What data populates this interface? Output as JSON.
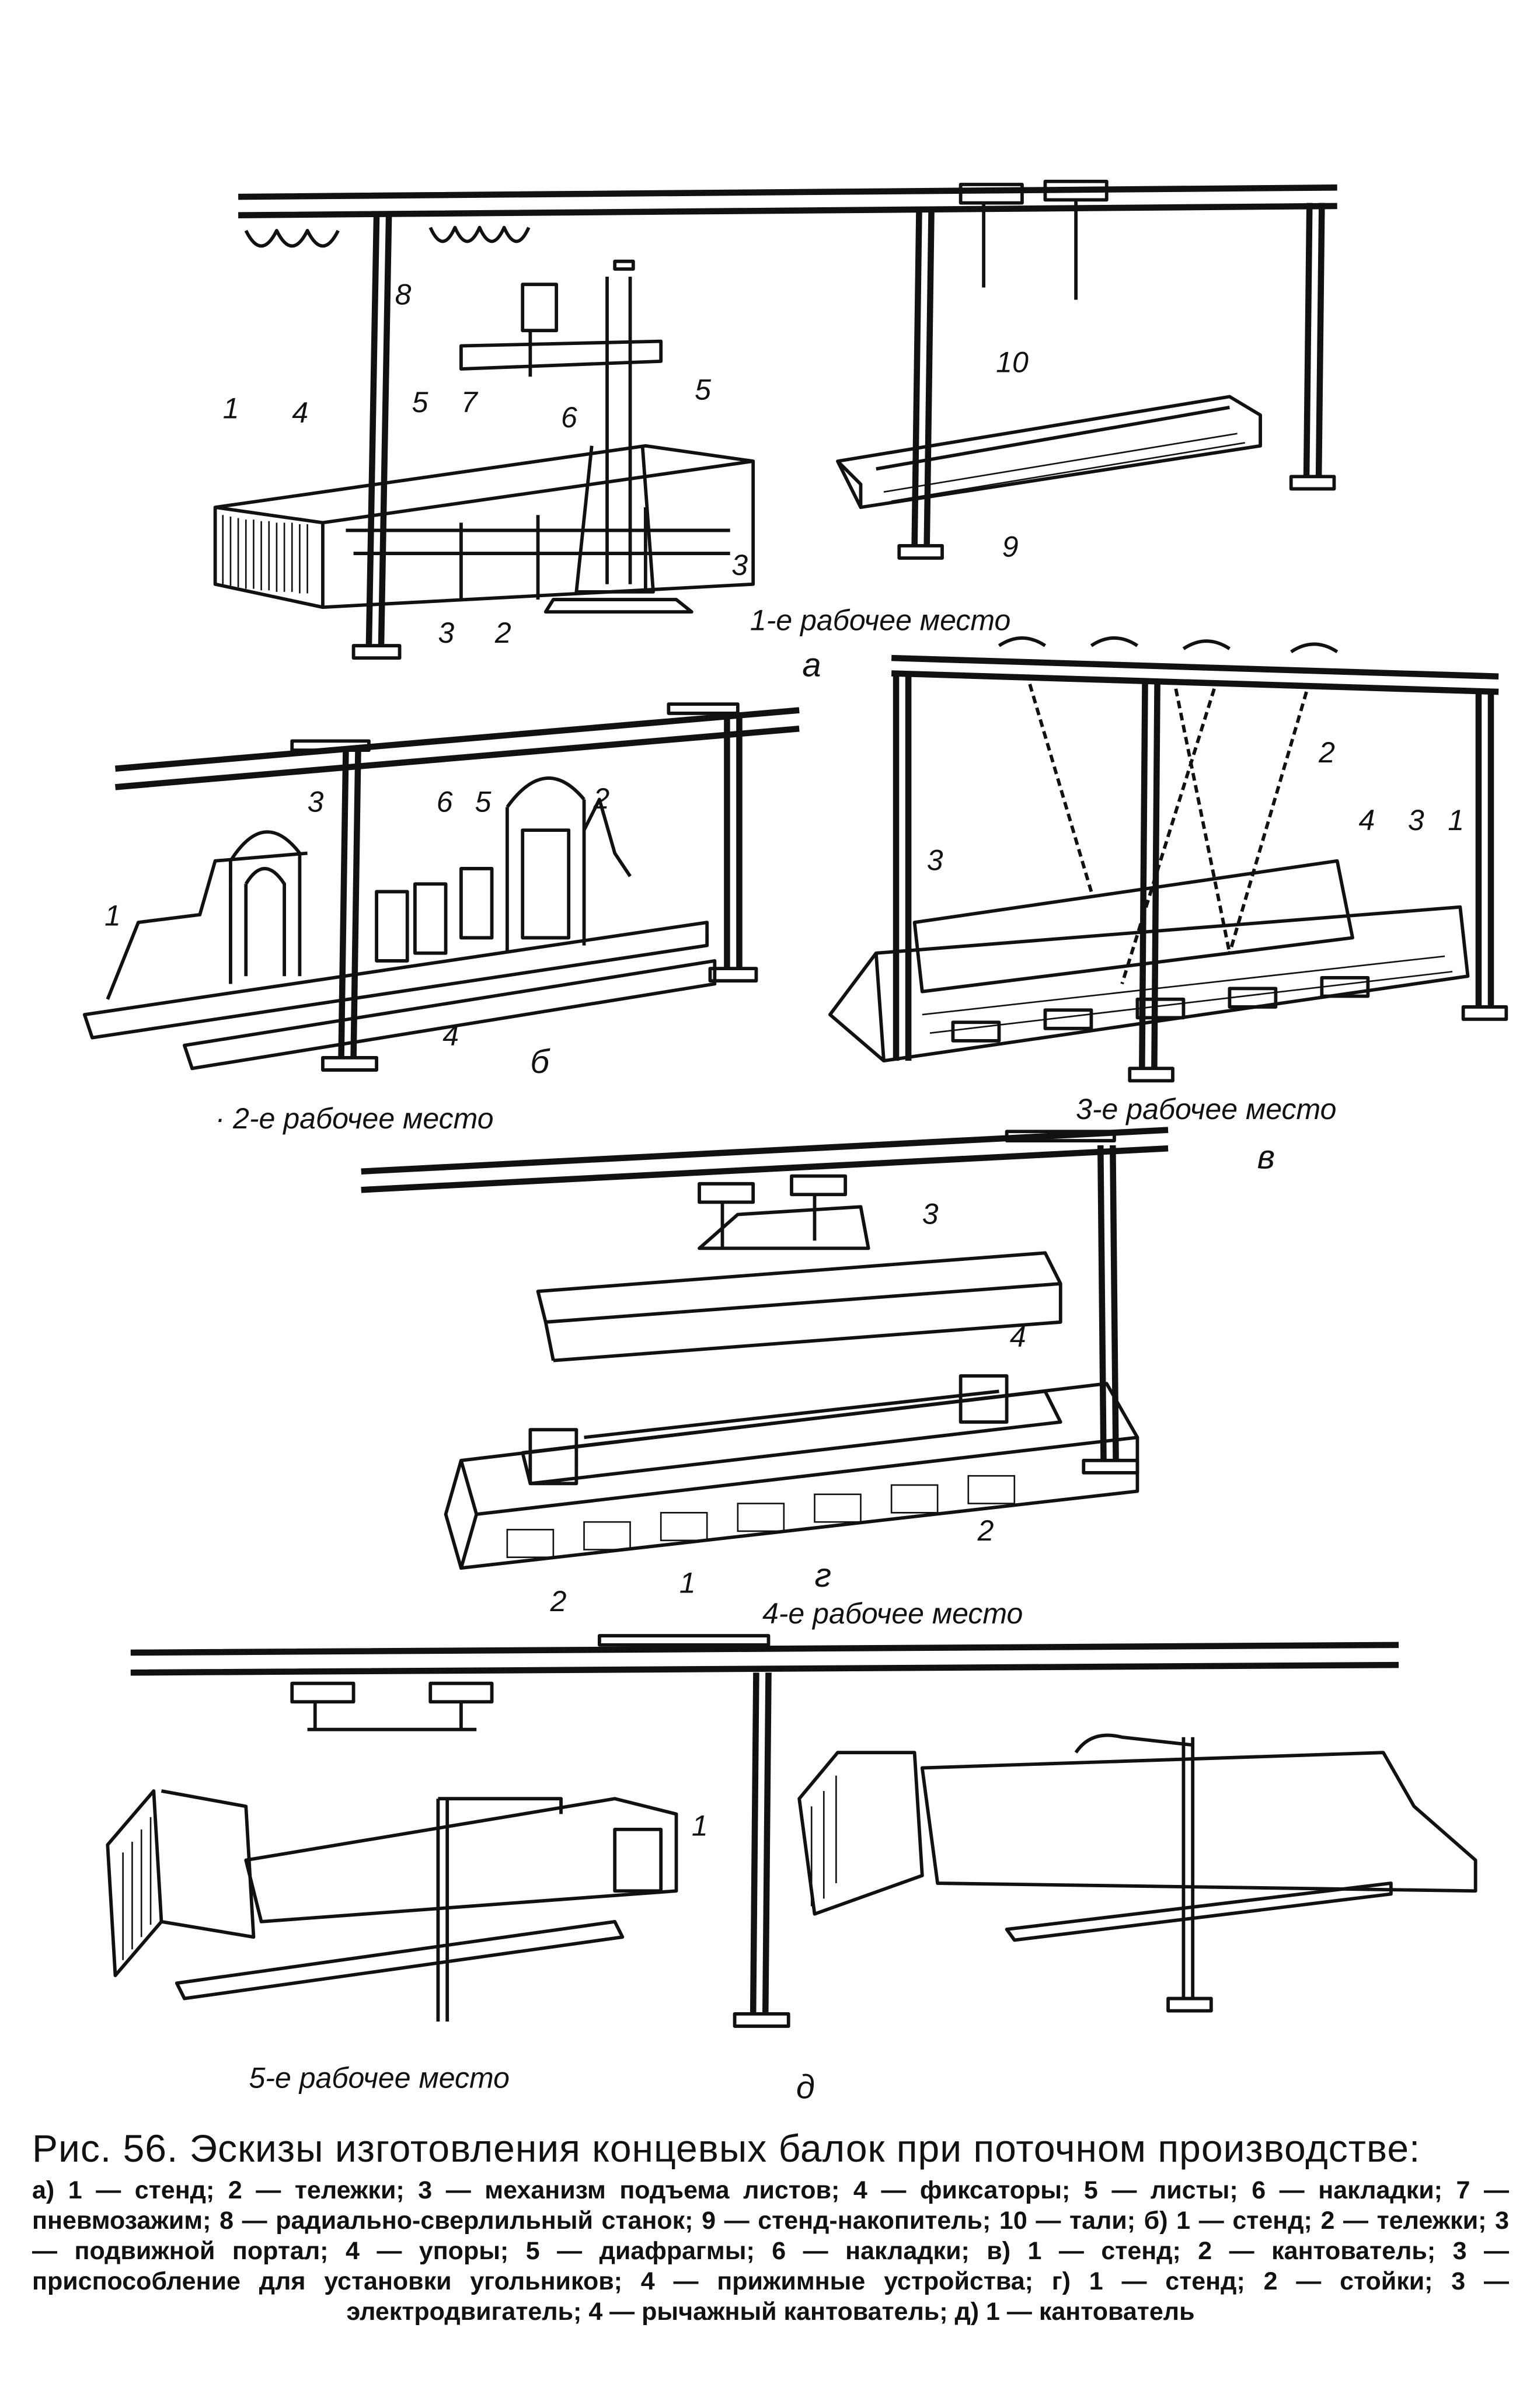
{
  "panels": {
    "a": {
      "letter": "а",
      "workplace": "1-е рабочее место",
      "labels": [
        "1",
        "4",
        "5",
        "7",
        "8",
        "6",
        "5",
        "3",
        "2",
        "3",
        "10",
        "9"
      ]
    },
    "b": {
      "letter": "б",
      "workplace": "· 2-е рабочее место",
      "labels": [
        "3",
        "6",
        "5",
        "2",
        "1",
        "4"
      ]
    },
    "v": {
      "letter": "в",
      "workplace": "3-е рабочее место",
      "labels": [
        "2",
        "4",
        "3",
        "1",
        "3"
      ]
    },
    "g": {
      "letter": "г",
      "workplace": "4-е рабочее место",
      "labels": [
        "3",
        "4",
        "2",
        "2",
        "1"
      ]
    },
    "d": {
      "letter": "д",
      "workplace": "5-е рабочее место",
      "labels": [
        "1"
      ]
    }
  },
  "caption": {
    "title": "Рис. 56. Эскизы изготовления концевых балок при поточном производстве:",
    "body": "а) 1 — стенд; 2 — тележки; 3 — механизм подъема листов; 4 — фиксаторы; 5 — листы; 6 — накладки; 7 — пневмозажим; 8 — радиально-сверлильный станок; 9 — стенд-накопитель; 10 — тали; б) 1 — стенд; 2 — тележки; 3 — подвижной портал; 4 — упоры; 5 — диафрагмы; 6 — накладки; в) 1 — стенд; 2 — кантователь; 3 — приспособление для установки угольников; 4 — прижимные устройства; г) 1 — стенд; 2 — стойки; 3 — электродвигатель; 4 — рычажный кантователь; д) 1 — кантователь"
  }
}
